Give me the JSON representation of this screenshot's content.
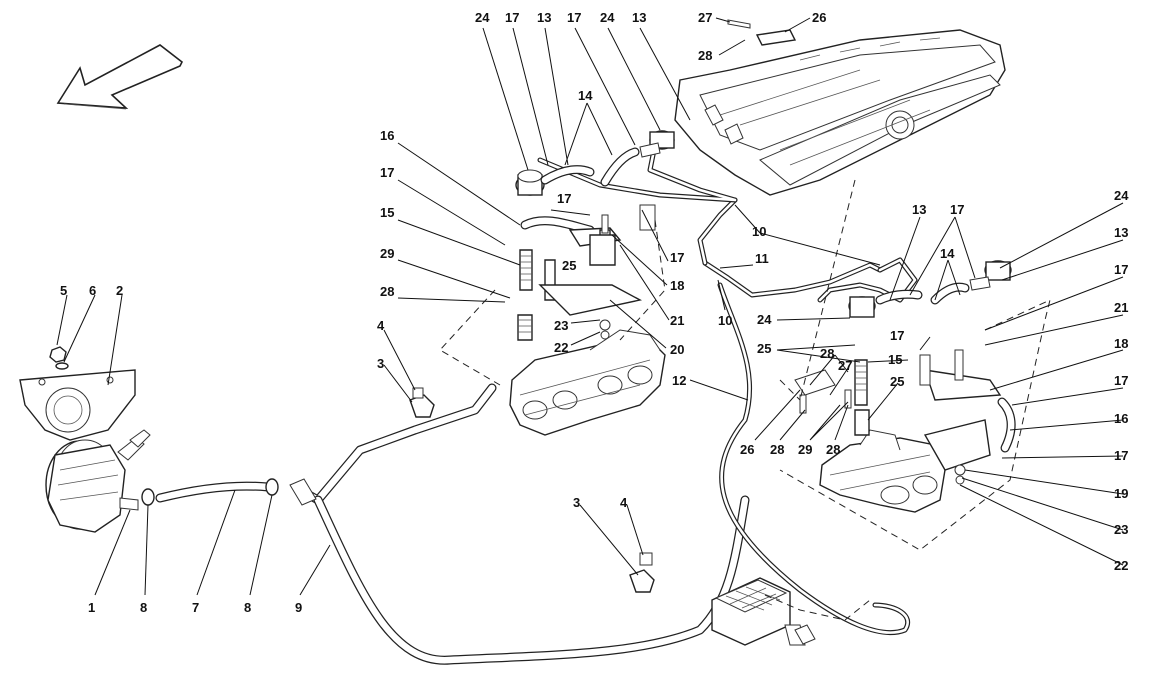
{
  "callouts": [
    "24",
    "17",
    "13",
    "17",
    "24",
    "13",
    "27",
    "26",
    "28",
    "14",
    "16",
    "17",
    "17",
    "15",
    "25",
    "29",
    "28",
    "18",
    "17",
    "10",
    "11",
    "10",
    "21",
    "23",
    "22",
    "20",
    "12",
    "13",
    "17",
    "24",
    "13",
    "14",
    "17",
    "21",
    "18",
    "17",
    "16",
    "17",
    "19",
    "23",
    "22",
    "24",
    "25",
    "28",
    "27",
    "15",
    "17",
    "25",
    "26",
    "28",
    "29",
    "28",
    "5",
    "6",
    "2",
    "4",
    "3",
    "1",
    "8",
    "7",
    "8",
    "9",
    "3",
    "4"
  ]
}
